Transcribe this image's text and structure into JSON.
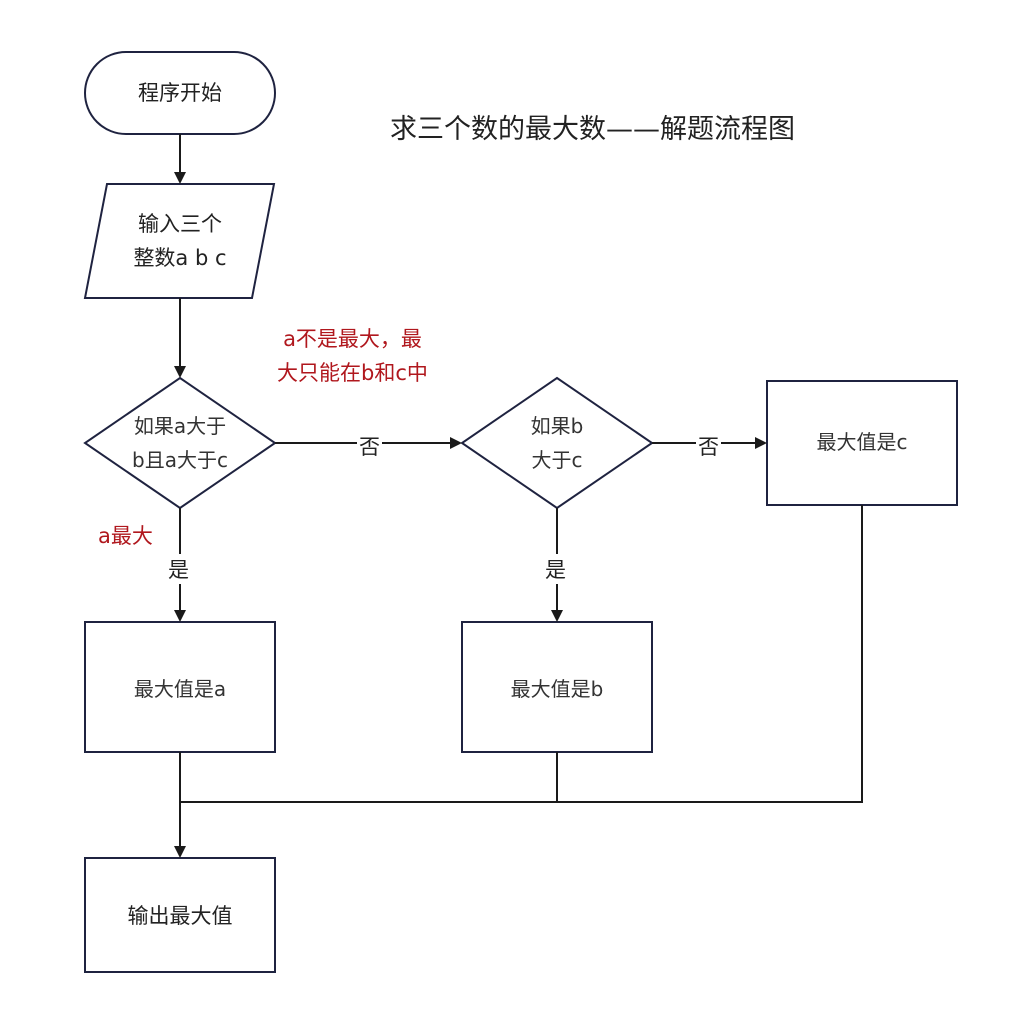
{
  "title": "求三个数的最大数——解题流程图",
  "nodes": {
    "start": {
      "type": "terminator",
      "text": "程序开始"
    },
    "input": {
      "type": "io",
      "lines": [
        "输入三个",
        "整数a b c"
      ]
    },
    "decision_a": {
      "type": "decision",
      "lines": [
        "如果a大于",
        "b且a大于c"
      ]
    },
    "decision_b": {
      "type": "decision",
      "lines": [
        "如果b",
        "大于c"
      ]
    },
    "max_a": {
      "type": "process",
      "text": "最大值是a"
    },
    "max_b": {
      "type": "process",
      "text": "最大值是b"
    },
    "max_c": {
      "type": "process",
      "text": "最大值是c"
    },
    "output": {
      "type": "process",
      "text": "输出最大值"
    }
  },
  "edges": {
    "a_no": "否",
    "a_yes": "是",
    "b_no": "否",
    "b_yes": "是"
  },
  "notes": {
    "a_not_max": [
      "a不是最大，最",
      "大只能在b和c中"
    ],
    "a_max": "a最大"
  },
  "colors": {
    "note": "#b0171d",
    "shape_stroke": "#1f2340",
    "line": "#1a1a1a"
  }
}
